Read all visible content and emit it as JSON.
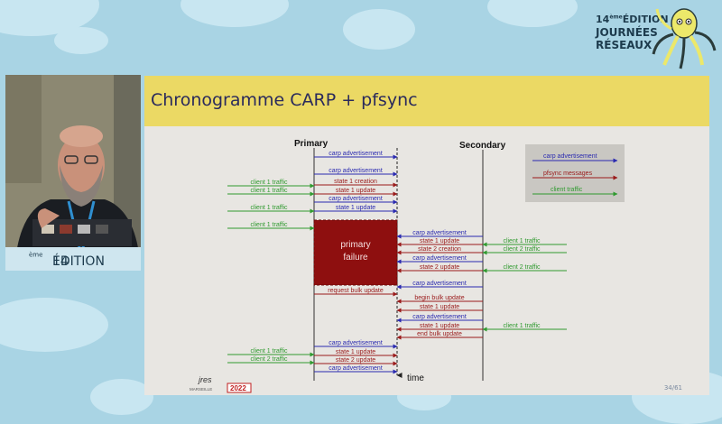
{
  "event": {
    "edition_number": "14",
    "edition_suffix": "ème",
    "edition_word": "ÉDITION",
    "name_line1": "JOURNÉES",
    "name_line2": "RÉSEAUX",
    "webcam_banner_number": "14",
    "webcam_banner_suffix": "ème",
    "webcam_banner_word": "ÉDITION"
  },
  "slide": {
    "title": "Chronogramme CARP + pfsync",
    "page_number": "34/61",
    "footer_logo_text": "jres",
    "footer_logo_city": "MARSEILLE",
    "footer_logo_year": "2022"
  },
  "diagram": {
    "primary_label": "Primary",
    "secondary_label": "Secondary",
    "time_label": "time",
    "failure_label_line1": "primary",
    "failure_label_line2": "failure",
    "legend": {
      "carp": "carp advertisement",
      "pfsync": "pfsync messages",
      "client": "client traffic"
    },
    "colors": {
      "carp": "#2a2ab0",
      "pfsync": "#9a1a1a",
      "client": "#2f9a2f",
      "failure_box": "#8e0f0f",
      "legend_box": "#c9c7c2",
      "slide_header": "#ebd964",
      "background": "#a9d4e4"
    },
    "primary_messages": [
      {
        "type": "carp",
        "label": "carp advertisement"
      },
      {
        "type": "carp",
        "label": "carp advertisement"
      },
      {
        "type": "pfsync",
        "label": "state 1 creation"
      },
      {
        "type": "pfsync",
        "label": "state 1 update"
      },
      {
        "type": "carp",
        "label": "carp advertisement"
      },
      {
        "type": "carp",
        "label": "state 1 update"
      },
      {
        "type": "pfsync",
        "label": "request bulk update"
      },
      {
        "type": "carp",
        "label": "carp advertisement"
      },
      {
        "type": "pfsync",
        "label": "state 1 update"
      },
      {
        "type": "pfsync",
        "label": "state 2 update"
      },
      {
        "type": "carp",
        "label": "carp advertisement"
      }
    ],
    "secondary_messages": [
      {
        "type": "carp",
        "label": "carp advertisement"
      },
      {
        "type": "pfsync",
        "label": "state 1 update"
      },
      {
        "type": "pfsync",
        "label": "state 2 creation"
      },
      {
        "type": "carp",
        "label": "carp advertisement"
      },
      {
        "type": "pfsync",
        "label": "state 2 update"
      },
      {
        "type": "carp",
        "label": "carp advertisement"
      },
      {
        "type": "pfsync",
        "label": "begin bulk update"
      },
      {
        "type": "pfsync",
        "label": "state 1 update"
      },
      {
        "type": "carp",
        "label": "carp advertisement"
      },
      {
        "type": "pfsync",
        "label": "state 1 update"
      },
      {
        "type": "pfsync",
        "label": "end bulk update"
      }
    ],
    "client_left": [
      "client 1 traffic",
      "client 1 traffic",
      "client 1 traffic",
      "client 1 traffic",
      "client 1 traffic",
      "client 2 traffic"
    ],
    "client_right": [
      "client 1 traffic",
      "client 2 traffic",
      "client 2 traffic",
      "client 1 traffic"
    ]
  }
}
